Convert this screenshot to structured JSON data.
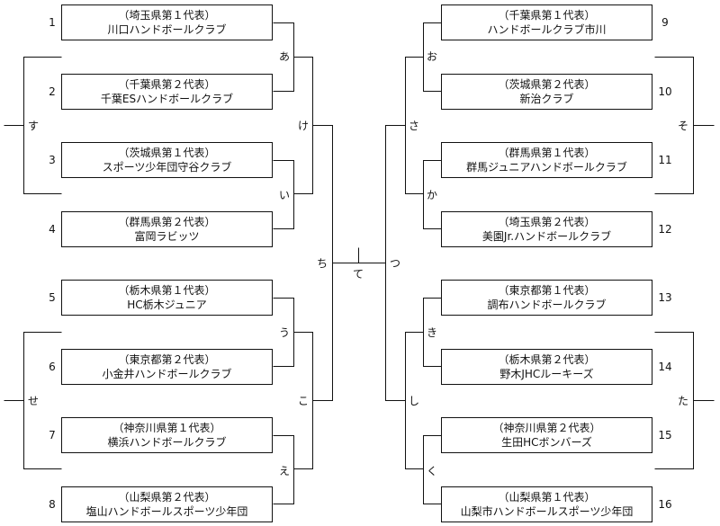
{
  "teams": [
    {
      "seed": "1",
      "pref": "（埼玉県第１代表）",
      "name": "川口ハンドボールクラブ"
    },
    {
      "seed": "2",
      "pref": "（千葉県第２代表）",
      "name": "千葉ESハンドボールクラブ"
    },
    {
      "seed": "3",
      "pref": "（茨城県第１代表）",
      "name": "スポーツ少年団守谷クラブ"
    },
    {
      "seed": "4",
      "pref": "（群馬県第２代表）",
      "name": "富岡ラビッツ"
    },
    {
      "seed": "5",
      "pref": "（栃木県第１代表）",
      "name": "HC栃木ジュニア"
    },
    {
      "seed": "6",
      "pref": "（東京都第２代表）",
      "name": "小金井ハンドボールクラブ"
    },
    {
      "seed": "7",
      "pref": "（神奈川県第１代表）",
      "name": "横浜ハンドボールクラブ"
    },
    {
      "seed": "8",
      "pref": "（山梨県第２代表）",
      "name": "塩山ハンドボールスポーツ少年団"
    },
    {
      "seed": "9",
      "pref": "（千葉県第１代表）",
      "name": "ハンドボールクラブ市川"
    },
    {
      "seed": "10",
      "pref": "（茨城県第２代表）",
      "name": "新治クラブ"
    },
    {
      "seed": "11",
      "pref": "（群馬県第１代表）",
      "name": "群馬ジュニアハンドボールクラブ"
    },
    {
      "seed": "12",
      "pref": "（埼玉県第２代表）",
      "name": "美園Jr.ハンドボールクラブ"
    },
    {
      "seed": "13",
      "pref": "（東京都第１代表）",
      "name": "調布ハンドボールクラブ"
    },
    {
      "seed": "14",
      "pref": "（栃木県第２代表）",
      "name": "野木JHCルーキーズ"
    },
    {
      "seed": "15",
      "pref": "（神奈川県第２代表）",
      "name": "生田HCボンバーズ"
    },
    {
      "seed": "16",
      "pref": "（山梨県第１代表）",
      "name": "山梨市ハンドボールスポーツ少年団"
    }
  ],
  "match_labels": {
    "a": "あ",
    "i": "い",
    "u": "う",
    "e": "え",
    "o": "お",
    "ka": "か",
    "ki": "き",
    "ku": "く",
    "ke": "け",
    "ko": "こ",
    "sa": "さ",
    "shi": "し",
    "su": "す",
    "se": "せ",
    "so": "そ",
    "ta": "た",
    "chi": "ち",
    "tsu": "つ",
    "te": "て"
  }
}
